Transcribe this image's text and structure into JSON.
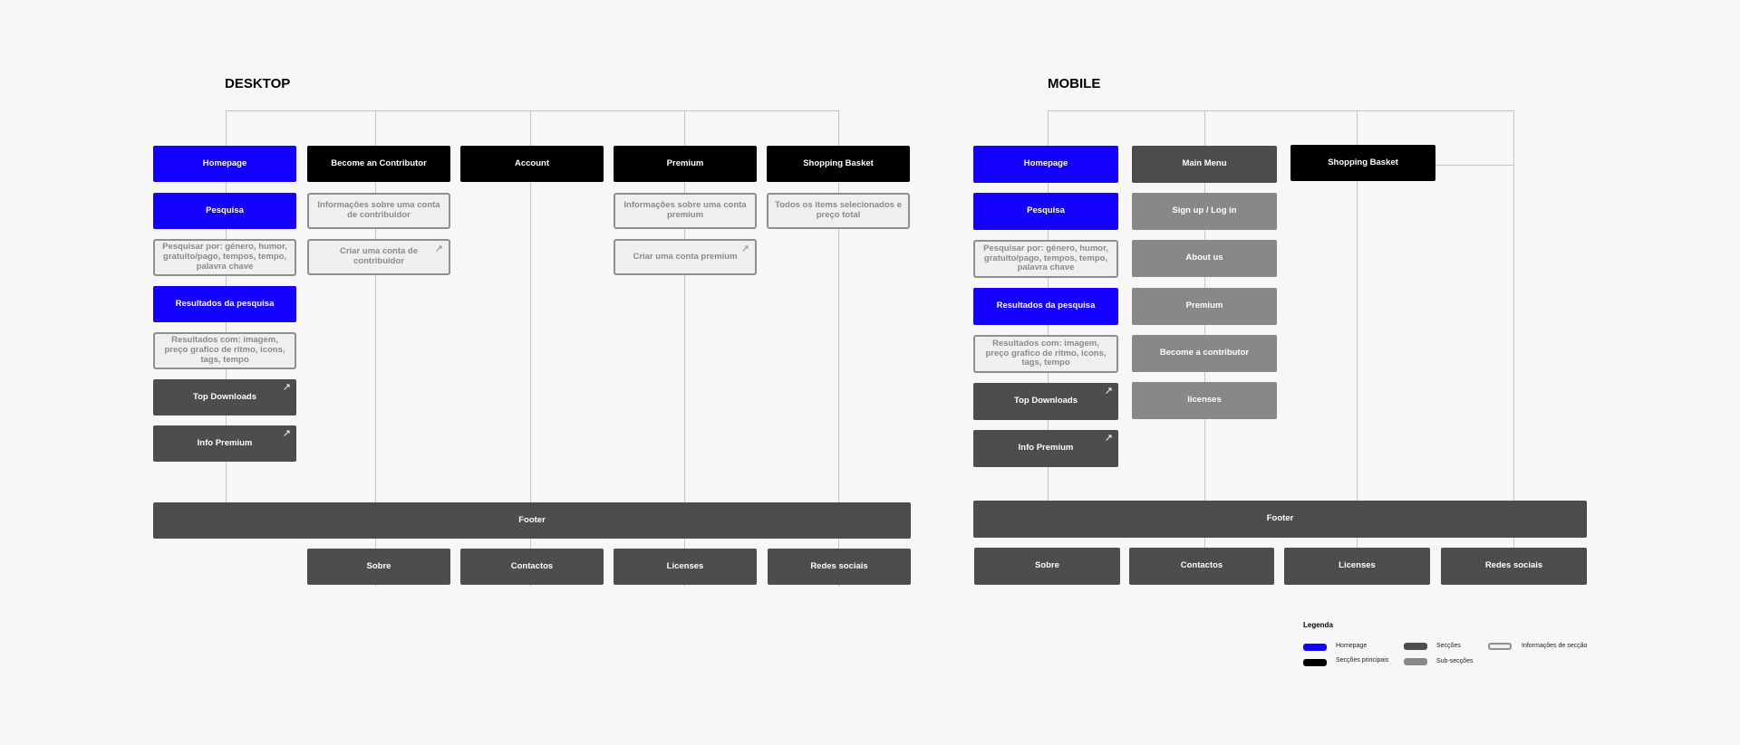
{
  "desktop": {
    "heading": "DESKTOP",
    "top_row": [
      "Homepage",
      "Become an Contributor",
      "Account",
      "Premium",
      "Shopping Basket"
    ],
    "homepage_col": [
      "Pesquisa",
      "Pesquisar por: género, humor, gratuito/pago, tempos, tempo, palavra chave",
      "Resultados da pesquisa",
      "Resultados com: imagem, preço grafico de ritmo, icons, tags, tempo",
      "Top Downloads",
      "Info Premium"
    ],
    "contributor_col": [
      "Informações sobre uma conta de contribuidor",
      "Criar uma conta de contribuidor"
    ],
    "premium_col": [
      "Informações sobre uma conta premium",
      "Criar uma conta premium"
    ],
    "basket_col": [
      "Todos os items selecionados e preço total"
    ],
    "footer": "Footer",
    "footer_items": [
      "Sobre",
      "Contactos",
      "Licenses",
      "Redes sociais"
    ]
  },
  "mobile": {
    "heading": "MOBILE",
    "top_row": [
      "Homepage",
      "Main Menu",
      "Shopping Basket"
    ],
    "homepage_col": [
      "Pesquisa",
      "Pesquisar por: género, humor, gratuito/pago, tempos, tempo, palavra chave",
      "Resultados da pesquisa",
      "Resultados com: imagem, preço grafico de ritmo, icons, tags, tempo",
      "Top Downloads",
      "Info Premium"
    ],
    "menu_col": [
      "Sign up / Log in",
      "About us",
      "Premium",
      "Become a contributor",
      "licenses"
    ],
    "footer": "Footer",
    "footer_items": [
      "Sobre",
      "Contactos",
      "Licenses",
      "Redes sociais"
    ]
  },
  "legend": {
    "title": "Legenda",
    "items": [
      "Homepage",
      "Secções principais",
      "Secções",
      "Sub-secções",
      "Informações de secção"
    ]
  },
  "colors": {
    "homepage": "#1400ff",
    "main_sections": "#000000",
    "sections": "#4d4d4d",
    "sub_sections": "#888888",
    "section_info": "#efefef",
    "connector": "#c4c4c4"
  },
  "icons": {
    "external_link": "↗"
  }
}
